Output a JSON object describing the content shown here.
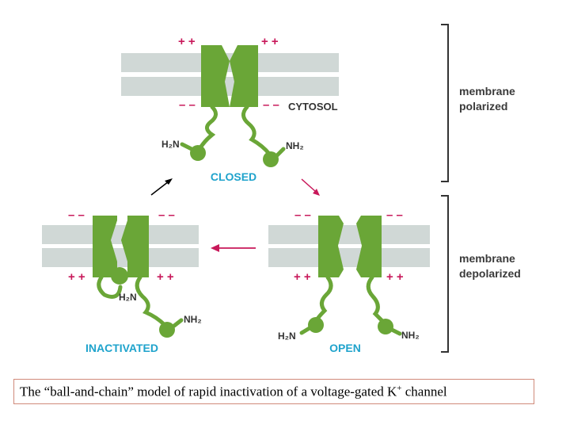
{
  "colors": {
    "protein": "#6aa637",
    "protein_dark": "#4f8a2a",
    "membrane": "#d0d8d6",
    "charge": "#c8185a",
    "state_label": "#1fa3cc",
    "text_dark": "#333333",
    "arrow_closed_to_open": "#c8185a",
    "arrow_open_to_inactivated": "#c8185a",
    "arrow_inactivated_to_closed": "#000000",
    "caption_border": "#d08a7a"
  },
  "states": {
    "closed": "CLOSED",
    "open": "OPEN",
    "inactivated": "INACTIVATED"
  },
  "compartment": {
    "cytosol": "CYTOSOL"
  },
  "charges": {
    "positive": "+ +",
    "negative": "– –"
  },
  "terminals": {
    "amino": "H₂N",
    "amino_right": "NH₂"
  },
  "brackets": {
    "polarized": {
      "line1": "membrane",
      "line2": "polarized"
    },
    "depolarized": {
      "line1": "membrane",
      "line2": "depolarized"
    }
  },
  "caption": {
    "text_before": "The “ball-and-chain” model of rapid inactivation of a voltage-gated K",
    "superscript": "+",
    "text_after": " channel"
  }
}
